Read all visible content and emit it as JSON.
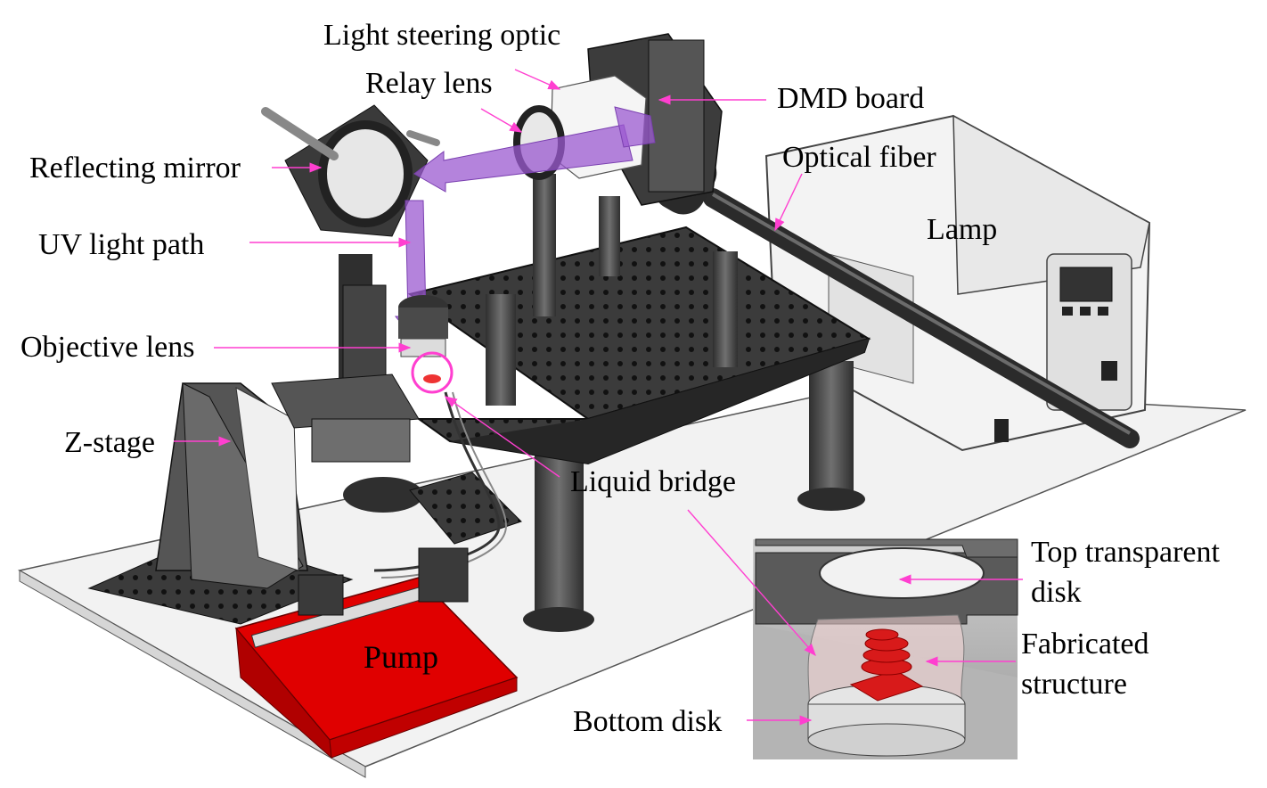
{
  "labels": {
    "light_steering_optic": "Light steering optic",
    "relay_lens": "Relay lens",
    "dmd_board": "DMD board",
    "reflecting_mirror": "Reflecting mirror",
    "optical_fiber": "Optical fiber",
    "lamp": "Lamp",
    "uv_light_path": "UV light path",
    "objective_lens": "Objective lens",
    "z_stage": "Z-stage",
    "liquid_bridge": "Liquid bridge",
    "pump": "Pump",
    "top_transparent_disk_line1": "Top transparent",
    "top_transparent_disk_line2": "disk",
    "fabricated_structure_line1": "Fabricated",
    "fabricated_structure_line2": "structure",
    "bottom_disk": "Bottom disk"
  },
  "colors": {
    "annotation_arrow": "#ff3fd0",
    "uv_path": "#9b59d0",
    "pump_body": "#e00000",
    "breadboard": "#3a3a3a",
    "structure": "#d81a1a"
  }
}
